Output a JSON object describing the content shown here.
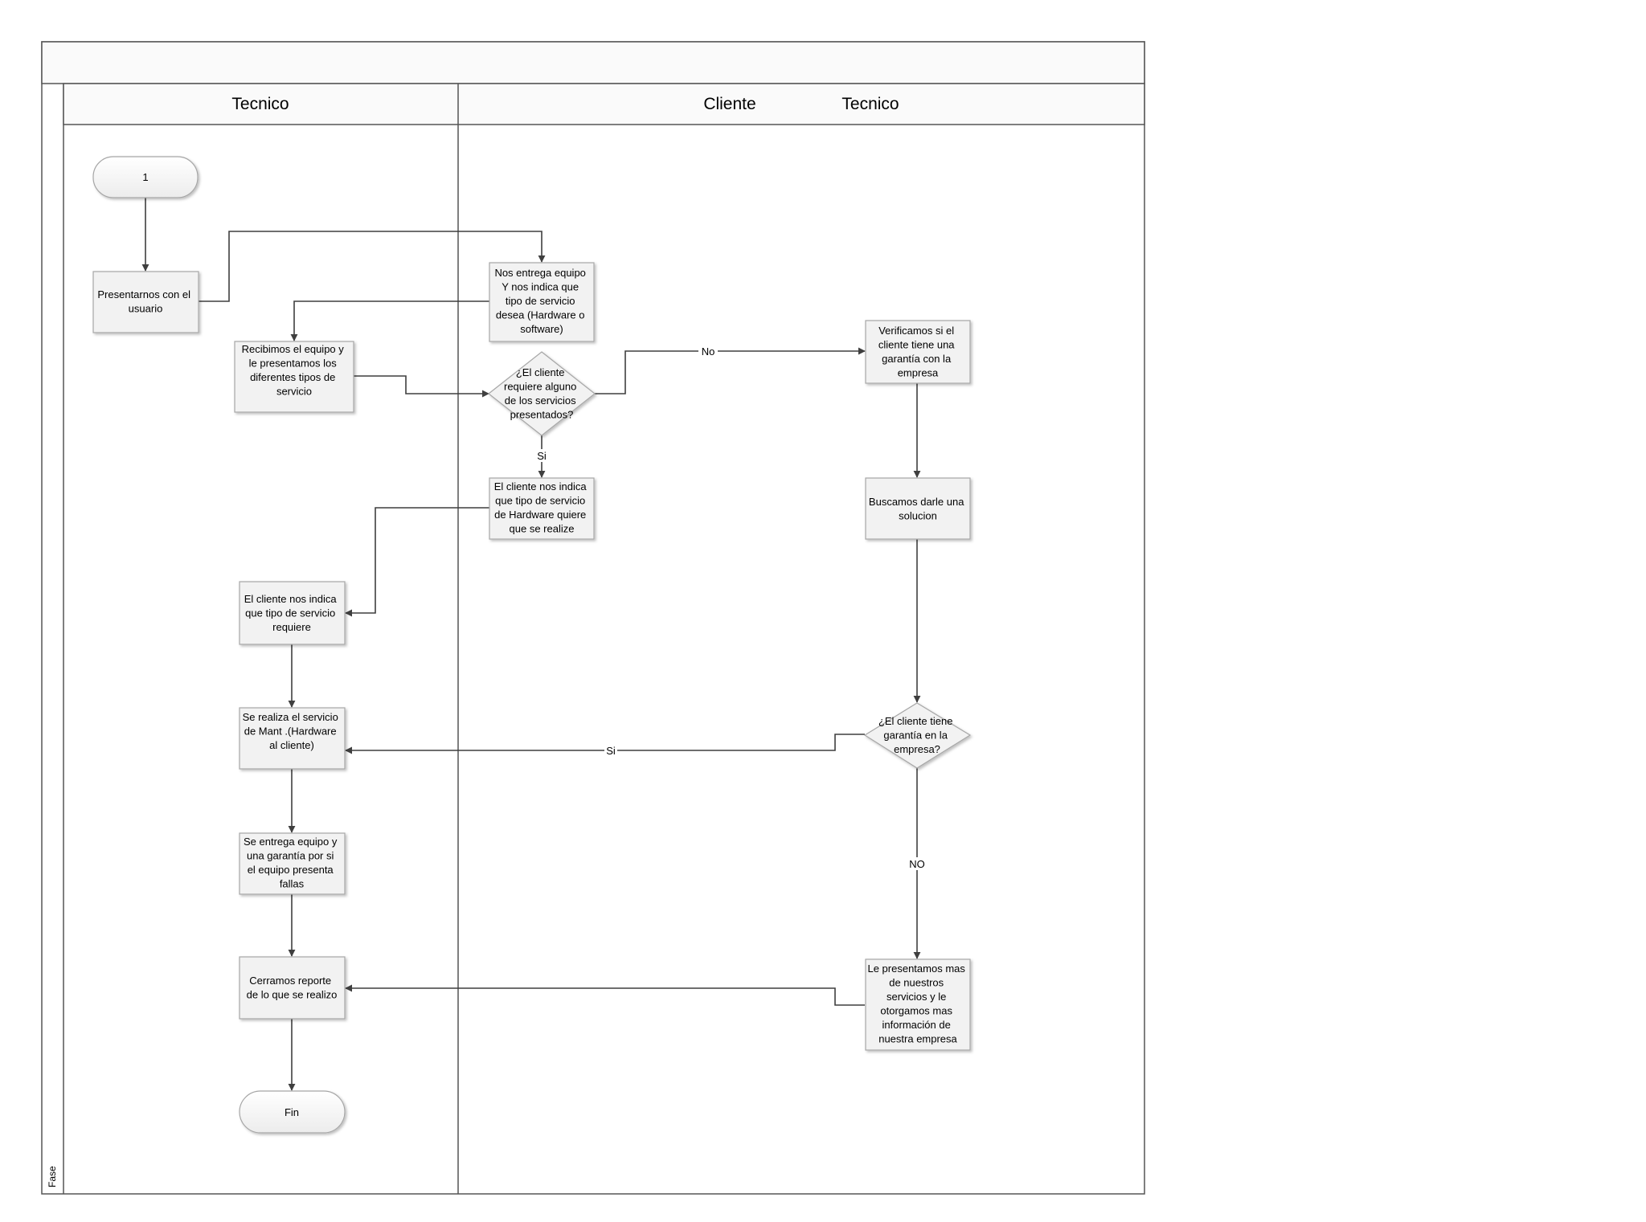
{
  "pool": {
    "title": ""
  },
  "phase_label": "Fase",
  "lanes": [
    {
      "id": "lane-tecnico-1",
      "title": "Tecnico"
    },
    {
      "id": "lane-cliente",
      "title": "Cliente"
    },
    {
      "id": "lane-tecnico-2",
      "title": "Tecnico"
    }
  ],
  "nodes": {
    "start": {
      "type": "terminal",
      "lines": [
        "1"
      ]
    },
    "presentarnos": {
      "type": "process",
      "lines": [
        "Presentarnos con el",
        "usuario"
      ]
    },
    "entrega_equipo": {
      "type": "process",
      "lines": [
        "Nos entrega equipo",
        "Y nos indica que",
        "tipo de servicio",
        "desea (Hardware o",
        "software)"
      ]
    },
    "recibimos": {
      "type": "process",
      "lines": [
        "Recibimos el equipo y",
        "le presentamos los",
        "diferentes tipos de",
        "servicio"
      ]
    },
    "requiere": {
      "type": "decision",
      "lines": [
        "¿El cliente",
        "requiere alguno",
        "de los servicios",
        "presentados?"
      ]
    },
    "verificamos": {
      "type": "process",
      "lines": [
        "Verificamos si el",
        "cliente tiene una",
        "garantía con la",
        "empresa"
      ]
    },
    "indica_hardware": {
      "type": "process",
      "lines": [
        "El cliente nos indica",
        "que tipo de servicio",
        "de Hardware quiere",
        "que se realize"
      ]
    },
    "buscamos": {
      "type": "process",
      "lines": [
        "Buscamos darle una",
        "solucion"
      ]
    },
    "indica_servicio": {
      "type": "process",
      "lines": [
        "El cliente nos indica",
        "que tipo de  servicio",
        "requiere"
      ]
    },
    "realiza": {
      "type": "process",
      "lines": [
        "Se realiza el servicio",
        "de Mant .(Hardware",
        "al cliente)"
      ]
    },
    "garantia": {
      "type": "decision",
      "lines": [
        "¿El cliente tiene",
        "garantía en la",
        "empresa?"
      ]
    },
    "entrega_garantia": {
      "type": "process",
      "lines": [
        "Se entrega equipo y",
        "una garantía por si",
        "el equipo presenta",
        "fallas"
      ]
    },
    "presentamos": {
      "type": "process",
      "lines": [
        "Le presentamos mas",
        "de nuestros",
        "servicios y le",
        "otorgamos mas",
        "información de",
        "nuestra empresa"
      ]
    },
    "cerramos": {
      "type": "process",
      "lines": [
        "Cerramos reporte",
        "de lo que se realizo"
      ]
    },
    "fin": {
      "type": "terminal",
      "lines": [
        "Fin"
      ]
    }
  },
  "edges": [
    {
      "from": "start",
      "to": "presentarnos",
      "label": ""
    },
    {
      "from": "presentarnos",
      "to": "entrega_equipo",
      "label": ""
    },
    {
      "from": "entrega_equipo",
      "to": "recibimos",
      "label": ""
    },
    {
      "from": "recibimos",
      "to": "requiere",
      "label": ""
    },
    {
      "from": "requiere",
      "to": "verificamos",
      "label": "No"
    },
    {
      "from": "requiere",
      "to": "indica_hardware",
      "label": "Si"
    },
    {
      "from": "verificamos",
      "to": "buscamos",
      "label": ""
    },
    {
      "from": "indica_hardware",
      "to": "indica_servicio",
      "label": ""
    },
    {
      "from": "buscamos",
      "to": "garantia",
      "label": ""
    },
    {
      "from": "indica_servicio",
      "to": "realiza",
      "label": ""
    },
    {
      "from": "garantia",
      "to": "realiza",
      "label": "Si"
    },
    {
      "from": "garantia",
      "to": "presentamos",
      "label": "NO"
    },
    {
      "from": "realiza",
      "to": "entrega_garantia",
      "label": ""
    },
    {
      "from": "entrega_garantia",
      "to": "cerramos",
      "label": ""
    },
    {
      "from": "presentamos",
      "to": "cerramos",
      "label": ""
    },
    {
      "from": "cerramos",
      "to": "fin",
      "label": ""
    }
  ],
  "colors": {
    "line": "#3f3f3f",
    "border": "#555555",
    "node_fill": "#f2f2f2",
    "node_stroke": "#a6a6a6",
    "header_fill": "#fafafa"
  }
}
